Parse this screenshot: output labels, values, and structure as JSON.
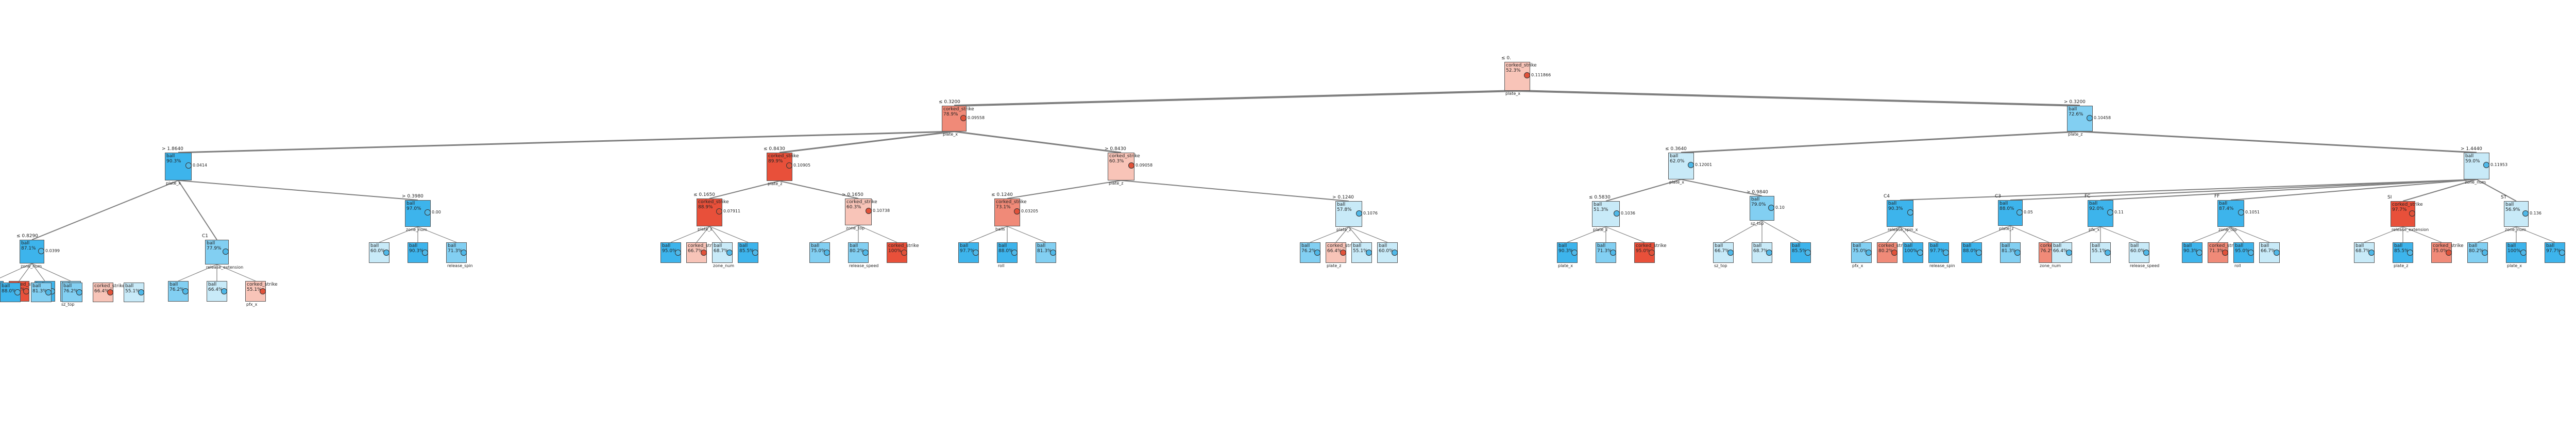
{
  "colors": {
    "red_strong": "#e8503a",
    "red_mid": "#f08a78",
    "red_light": "#f8c4b8",
    "blue_strong": "#3db4ec",
    "blue_mid": "#82cff2",
    "blue_light": "#c8eaf8",
    "white": "#ffffff",
    "edge": "#7f7f7f"
  },
  "root": {
    "cond": "≤ 0.",
    "label": "corked_strike",
    "pct": "52.3%",
    "val": "0.111866",
    "under": "plate_x"
  },
  "l1": [
    {
      "cond": "≤ 0.3200",
      "label": "corked_strike",
      "pct": "78.9%",
      "val": "0.09558",
      "under": "plate_x"
    },
    {
      "cond": "> 0.3200",
      "label": "ball",
      "pct": "72.6%",
      "val": "0.10458",
      "under": "plate_z"
    }
  ],
  "l2": [
    {
      "cond": "> 1.8640",
      "label": "ball",
      "pct": "90.3%",
      "val": "0.0414",
      "under": "plate_x"
    },
    {
      "cond": "≤ 0.8430",
      "label": "corked_strike",
      "pct": "89.9%",
      "val": "0.10905",
      "under": "plate_z"
    },
    {
      "cond": "> 0.8430",
      "label": "corked_strike",
      "pct": "60.3%",
      "val": "0.09058",
      "under": "plate_z"
    },
    {
      "cond": "≤ 0.3640",
      "label": "ball",
      "pct": "62.0%",
      "val": "0.12001",
      "under": "plate_x"
    },
    {
      "cond": "> 1.4440",
      "label": "ball",
      "pct": "59.0%",
      "val": "0.11953",
      "under": "zone_num"
    }
  ],
  "l3": [
    {
      "cond": "≤ 0.8290",
      "label": "ball",
      "pct": "87.1%",
      "val": "0.0399",
      "under": "zone_num"
    },
    {
      "cond": "C1",
      "label": "ball",
      "pct": "77.9%",
      "val": "",
      "under": "release_extension"
    },
    {
      "cond": "> 0.3980",
      "label": "ball",
      "pct": "97.0%",
      "val": "0.00",
      "under": "zone_num"
    },
    {
      "cond": "≤ 0.1650",
      "label": "corked_strike",
      "pct": "88.9%",
      "val": "0.07911",
      "under": "plate_z"
    },
    {
      "cond": "> 0.1650",
      "label": "corked_strike",
      "pct": "60.3%",
      "val": "0.10738",
      "under": "zone_top"
    },
    {
      "cond": "≤ 0.1240",
      "label": "corked_strike",
      "pct": "73.1%",
      "val": "0.03205",
      "under": "balls"
    },
    {
      "cond": "> 0.1240",
      "label": "ball",
      "pct": "57.8%",
      "val": "0.1076",
      "under": "plate_z"
    },
    {
      "cond": "≤ 0.5830",
      "label": "ball",
      "pct": "51.3%",
      "val": "0.1036",
      "under": "plate_z"
    },
    {
      "cond": "> 0.9840",
      "label": "ball",
      "pct": "79.0%",
      "val": "0.10",
      "under": "sz_top"
    },
    {
      "cond": "C4",
      "label": "ball",
      "pct": "90.3%",
      "val": "",
      "under": "release_spin_x"
    },
    {
      "cond": "C3",
      "label": "ball",
      "pct": "88.0%",
      "val": "0.05",
      "under": "plate_z"
    },
    {
      "cond": "FC",
      "label": "ball",
      "pct": "92.0%",
      "val": "0.11",
      "under": "pfx_x"
    },
    {
      "cond": "FF",
      "label": "ball",
      "pct": "87.4%",
      "val": "0.1051",
      "under": "zone_top"
    },
    {
      "cond": "SI",
      "label": "corked_strike",
      "pct": "97.7%",
      "val": "",
      "under": "release_extension"
    },
    {
      "cond": "ST",
      "label": "ball",
      "pct": "56.9%",
      "val": "0.136",
      "under": "zone_num"
    }
  ],
  "leaf_labels": [
    "ball",
    "corked_strike"
  ],
  "leaf_pcts": [
    "100%",
    "97.7%",
    "88.0%",
    "81.3%",
    "76.2%",
    "66.4%",
    "55.1%",
    "60.0%",
    "90.3%",
    "71.3%",
    "95.0%",
    "66.7%",
    "68.7%",
    "85.5%",
    "75.0%",
    "80.2%"
  ],
  "leaf_unders": [
    "plate_x",
    "release_spin",
    "roll",
    "sz_top",
    "zone_num",
    "plate_z",
    "pfx_x",
    "release_speed"
  ]
}
